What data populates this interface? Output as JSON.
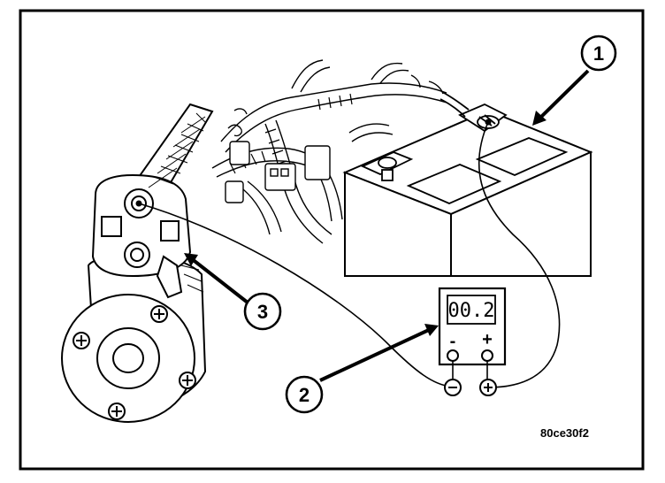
{
  "figure": {
    "id_label": "80ce30f2",
    "callouts": [
      {
        "number": "1"
      },
      {
        "number": "2"
      },
      {
        "number": "3"
      }
    ],
    "meter": {
      "display": "00.2",
      "negative_sign": "-",
      "positive_sign": "+",
      "negative_jack": "⊖",
      "positive_jack": "⊕"
    },
    "colors": {
      "ink": "#000000",
      "paper": "#ffffff"
    }
  }
}
